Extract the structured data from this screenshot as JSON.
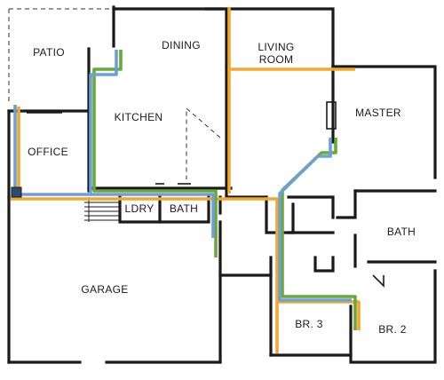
{
  "rooms": {
    "patio": "PATIO",
    "dining": "DINING",
    "living_room_line1": "LIVING",
    "living_room_line2": "ROOM",
    "master": "MASTER",
    "kitchen": "KITCHEN",
    "office": "OFFICE",
    "laundry": "LDRY",
    "bath_hall": "BATH",
    "bath_master": "BATH",
    "garage": "GARAGE",
    "bedroom_3": "BR. 3",
    "bedroom_2": "BR. 2"
  },
  "colors": {
    "walls": "#1a1a1a",
    "route_orange": "#f0a830",
    "route_green": "#6aa83a",
    "route_blue": "#6e9fd6",
    "panel": "#2f4a6e"
  }
}
